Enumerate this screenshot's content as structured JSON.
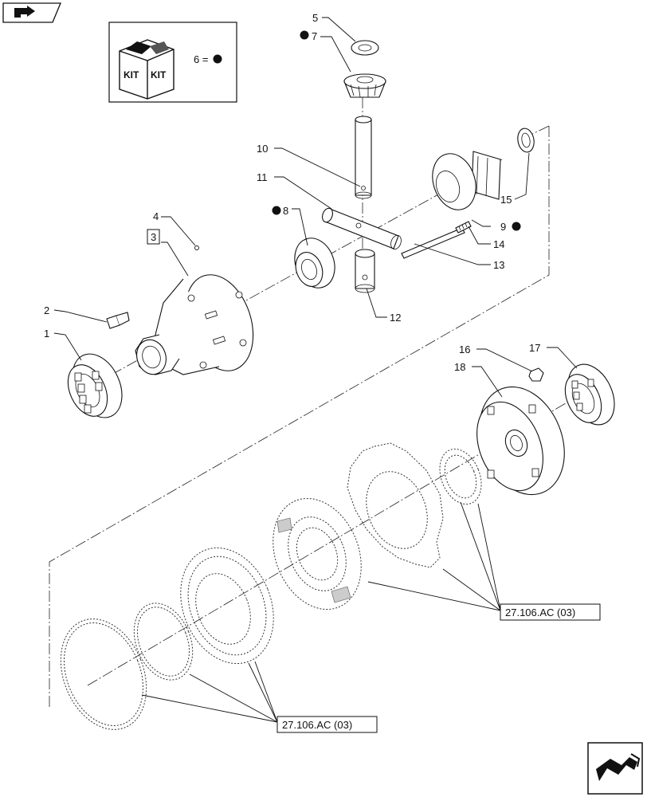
{
  "kit": {
    "badge_left": "KIT",
    "badge_right": "KIT",
    "legend_text": "6 ="
  },
  "labels": {
    "p1": "1",
    "p2": "2",
    "p3": "3",
    "p4": "4",
    "p5": "5",
    "p7": "7",
    "p8": "8",
    "p9": "9",
    "p10": "10",
    "p11": "11",
    "p12": "12",
    "p13": "13",
    "p14": "14",
    "p15": "15",
    "p16": "16",
    "p17": "17",
    "p18": "18"
  },
  "references": {
    "upper": "27.106.AC (03)",
    "lower": "27.106.AC (03)"
  },
  "icons": {
    "top_left": "arrow-tab-icon",
    "bottom_right": "return-arrow-icon",
    "kit_marker": "filled-dot-icon"
  }
}
